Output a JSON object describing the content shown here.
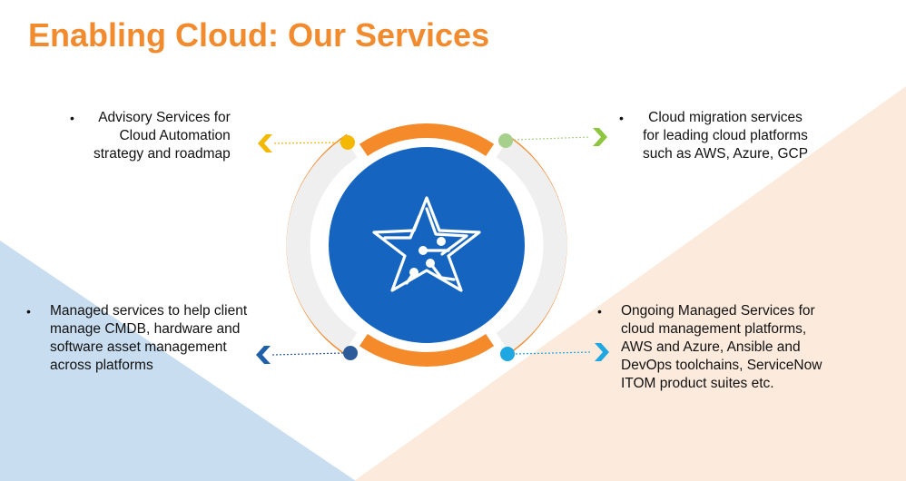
{
  "title": "Enabling Cloud: Our Services",
  "colors": {
    "title": "#F28A2E",
    "ring_orange": "#F58A2A",
    "ring_gray": "#EFEFEF",
    "circle_blue": "#1565C0",
    "dot_yellow": "#F5B800",
    "dot_green": "#A8D08D",
    "dot_navy": "#2E5C9A",
    "dot_cyan": "#1EA7E1",
    "bg_blue": "#C9DDF0",
    "bg_peach": "#FCEBDD"
  },
  "center_icon": "star-network-icon",
  "services": [
    {
      "id": "tl",
      "bullet": "•",
      "text": "Advisory Services for\nCloud Automation\nstrategy and roadmap",
      "dot": "dot_yellow",
      "arrow_icon": "chevron-left-icon"
    },
    {
      "id": "tr",
      "bullet": "•",
      "text": "Cloud migration services\nfor leading cloud platforms\nsuch as AWS, Azure, GCP",
      "dot": "dot_green",
      "arrow_icon": "chevron-right-icon"
    },
    {
      "id": "bl",
      "bullet": "•",
      "text": "Managed services to help client\nmanage CMDB, hardware and\nsoftware asset management\nacross platforms",
      "dot": "dot_navy",
      "arrow_icon": "chevron-left-icon"
    },
    {
      "id": "br",
      "bullet": "•",
      "text": "Ongoing Managed Services for\ncloud management platforms,\nAWS and Azure, Ansible and\nDevOps toolchains, ServiceNow\nITOM product suites etc.",
      "dot": "dot_cyan",
      "arrow_icon": "chevron-right-icon"
    }
  ]
}
